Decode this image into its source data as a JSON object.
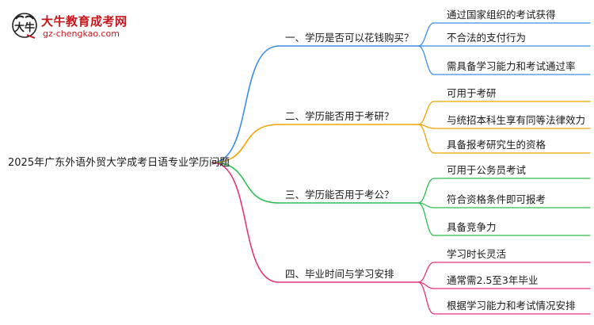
{
  "logo": {
    "title": "大牛教育成考网",
    "url": "gz-chengkao.com"
  },
  "root": {
    "label": "2025年广东外语外贸大学成考日语专业学历问题"
  },
  "branches": [
    {
      "label": "一、学历是否可以花钱购买？",
      "color": "#3a8ee6",
      "leaves": [
        "通过国家组织的考试获得",
        "不合法的支付行为",
        "需具备学习能力和考试通过率"
      ]
    },
    {
      "label": "二、学历能否用于考研？",
      "color": "#f0a500",
      "leaves": [
        "可用于考研",
        "与统招本科生享有同等法律效力",
        "具备报考研究生的资格"
      ]
    },
    {
      "label": "三、学历能否用于考公？",
      "color": "#2ebd4e",
      "leaves": [
        "可用于公务员考试",
        "符合资格条件即可报考",
        "具备竞争力"
      ]
    },
    {
      "label": "四、毕业时间与学习安排",
      "color": "#e8337a",
      "leaves": [
        "学习时长灵活",
        "通常需2.5至3年毕业",
        "根据学习能力和考试情况安排"
      ]
    }
  ]
}
